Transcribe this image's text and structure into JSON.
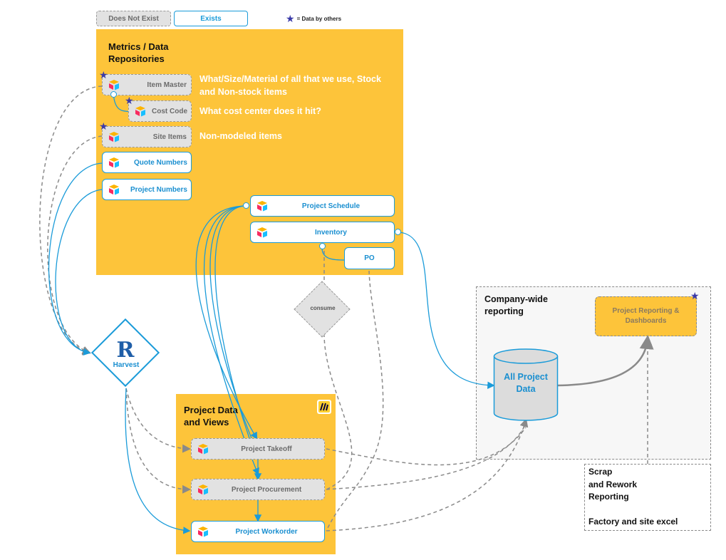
{
  "legend": {
    "does_not_exist": "Does Not Exist",
    "exists": "Exists",
    "star_note": "= Data by others"
  },
  "metrics": {
    "title": "Metrics / Data\nRepositories",
    "nodes": {
      "item_master": "Item Master",
      "cost_code": "Cost Code",
      "site_items": "Site Items",
      "quote_numbers": "Quote Numbers",
      "project_numbers": "Project Numbers",
      "project_schedule": "Project Schedule",
      "inventory": "Inventory",
      "po": "PO"
    },
    "descriptions": {
      "item_master": "What/Size/Material of all that we use, Stock and Non-stock items",
      "cost_code": "What cost center does it hit?",
      "site_items": "Non-modeled items"
    }
  },
  "consume": "consume",
  "harvest": "Harvest",
  "project_data": {
    "title": "Project Data\nand Views",
    "nodes": {
      "takeoff": "Project Takeoff",
      "procurement": "Project Procurement",
      "workorder": "Project Workorder"
    }
  },
  "company": {
    "title": "Company-wide\nreporting",
    "reporting": "Project Reporting &\nDashboards",
    "database": "All Project\nData"
  },
  "scrap": {
    "text": "Scrap\nand Rework\nReporting\n\nFactory and site excel"
  },
  "colors": {
    "yellow": "#fdc43a",
    "blue": "#1a9bd9",
    "gray": "#8a8a8a",
    "star": "#3a3aa8"
  }
}
